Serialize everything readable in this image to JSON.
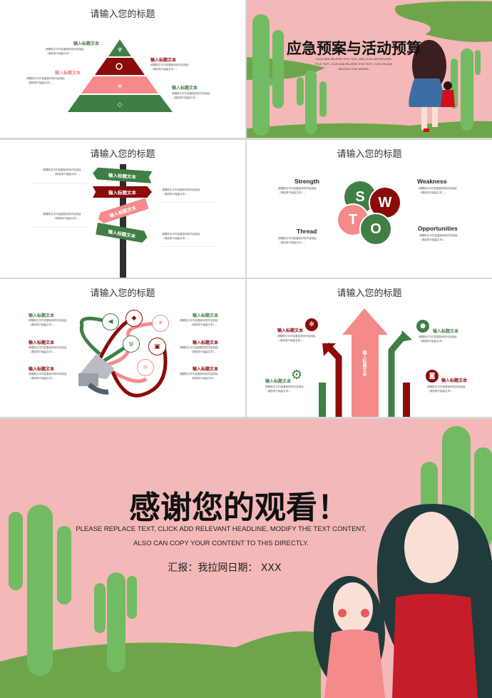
{
  "colors": {
    "green": "#3f7f45",
    "dark_red": "#8b0a0a",
    "pink": "#f58a8a",
    "bg_pink": "#f4b8b8",
    "cactus": "#6cb65c"
  },
  "common": {
    "slide_title": "请输入您的标题",
    "item_title": "输入标题文本",
    "body_line1": "请替换文字内容复制你的内容到此",
    "body_line2": "（请选择只保留文本）。"
  },
  "slide_pyramid": {
    "icons": [
      "trophy-icon",
      "search-icon",
      "lightbulb-icon",
      "diamond-icon"
    ]
  },
  "slide_cover": {
    "title": "应急预案与活动预算",
    "subtitle": [
      "CLICK ADD RELATED TITLE TEXT, AND CLICK ADD RELATED",
      "TITLE TEXT, CLICK ADD RELATED TITLE TEXT, CLICK ON ADD",
      "RELATED TITLE WORDS."
    ]
  },
  "slide_swot": {
    "letters": [
      "S",
      "W",
      "T",
      "O"
    ],
    "labels": {
      "s": "Strength",
      "w": "Weakness",
      "t": "Thread",
      "o": "Opportunities"
    }
  },
  "slide_megaphone": {
    "icons": [
      "speaker-icon",
      "layers-icon",
      "lightbulb-icon",
      "antenna-icon",
      "printer-icon",
      "database-icon"
    ]
  },
  "slide_arrows": {
    "icons": [
      "aperture-icon",
      "apple-icon",
      "gear-icon",
      "instagram-icon"
    ]
  },
  "ending": {
    "title": "感谢您的观看！",
    "subtitle1": "PLEASE REPLACE TEXT, CLICK ADD RELEVANT HEADLINE, MODIFY THE TEXT CONTENT,",
    "subtitle2": "ALSO CAN COPY YOUR CONTENT TO THIS DIRECTLY.",
    "reporter": "汇报：我拉网日期： XXX"
  }
}
